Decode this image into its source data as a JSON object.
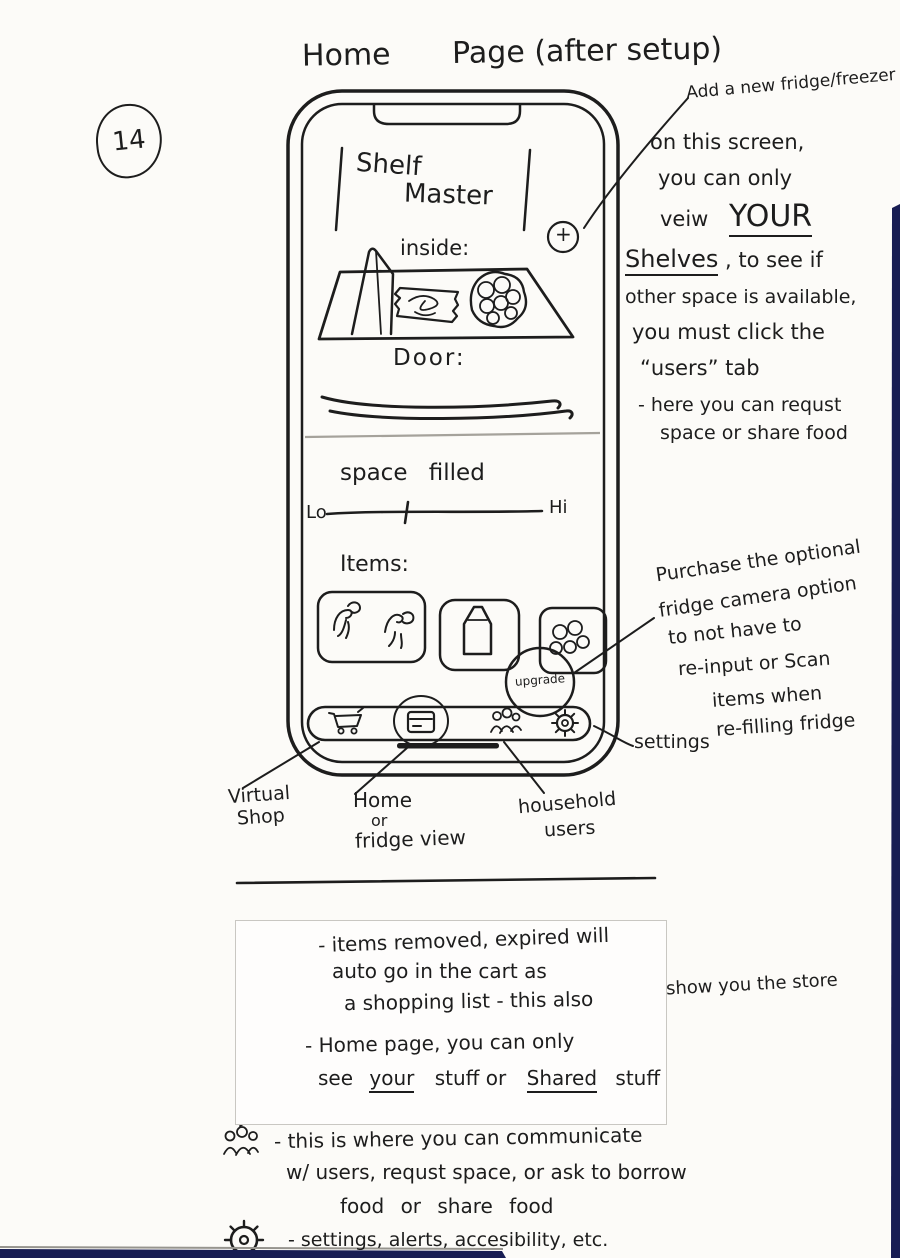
{
  "page": {
    "title_part1": "Home",
    "title_part2": "Page (after setup)",
    "number": "14"
  },
  "phone": {
    "header": {
      "line1": "Shelf",
      "line2": "Master"
    },
    "add_button_glyph": "+",
    "inside_label": "inside:",
    "door_label": "Door:",
    "space_filled_label": "space filled",
    "slider": {
      "lo": "Lo",
      "hi": "Hi"
    },
    "items_label": "Items:",
    "upgrade_label": "upgrade"
  },
  "callouts": {
    "addfridge": {
      "l1": "Add a new fridge/freezer",
      "l2": "on this screen,",
      "l3": "you can only",
      "l4a": "veiw",
      "l4b": "YOUR",
      "l5a": "Shelves",
      "l5b": ", to see if",
      "l6": "other space is available,",
      "l7": "you must click the",
      "l8": "“users” tab",
      "l9": "- here you can requst",
      "l10": "space or share food"
    },
    "camera": {
      "l1": "Purchase the optional",
      "l2": "fridge camera option",
      "l3": "to not have to",
      "l4": "re-input or Scan",
      "l5": "items when",
      "l6": "re-filling fridge"
    },
    "settings_label": "settings",
    "nav": {
      "shop1": "Virtual",
      "shop2": "Shop",
      "home1": "Home",
      "home2": "or",
      "home3": "fridge view",
      "users1": "household",
      "users2": "users"
    }
  },
  "legend": {
    "cart": {
      "l1": "- items removed, expired will",
      "l2": "auto go in the cart as",
      "l3": "a shopping list - this also",
      "aside": "show you the store"
    },
    "home": {
      "l1": "- Home page, you can only",
      "l2a": "see",
      "l2b": "your",
      "l2c": "stuff or",
      "l2d": "Shared",
      "l2e": "stuff"
    },
    "users": {
      "l1": "- this is where you can communicate",
      "l2": "w/ users, requst space, or ask to borrow",
      "l3": "food or share food"
    },
    "gear": {
      "l1": "- settings, alerts, accesibility, etc."
    }
  },
  "icons": {
    "add": "plus-circle",
    "nav_cart": "shopping-cart",
    "nav_home": "home-window",
    "nav_users": "people-group",
    "nav_settings": "gear",
    "legend_cart": "shopping-cart",
    "legend_home": "home-window",
    "legend_users": "people-group",
    "legend_settings": "gear"
  },
  "colors": {
    "ink": "#1d1d1d",
    "paper": "#fcfbf8",
    "navy_edge": "#181d53",
    "pencil_divider": "#a5a29b",
    "box_border": "#c9c7c2"
  }
}
